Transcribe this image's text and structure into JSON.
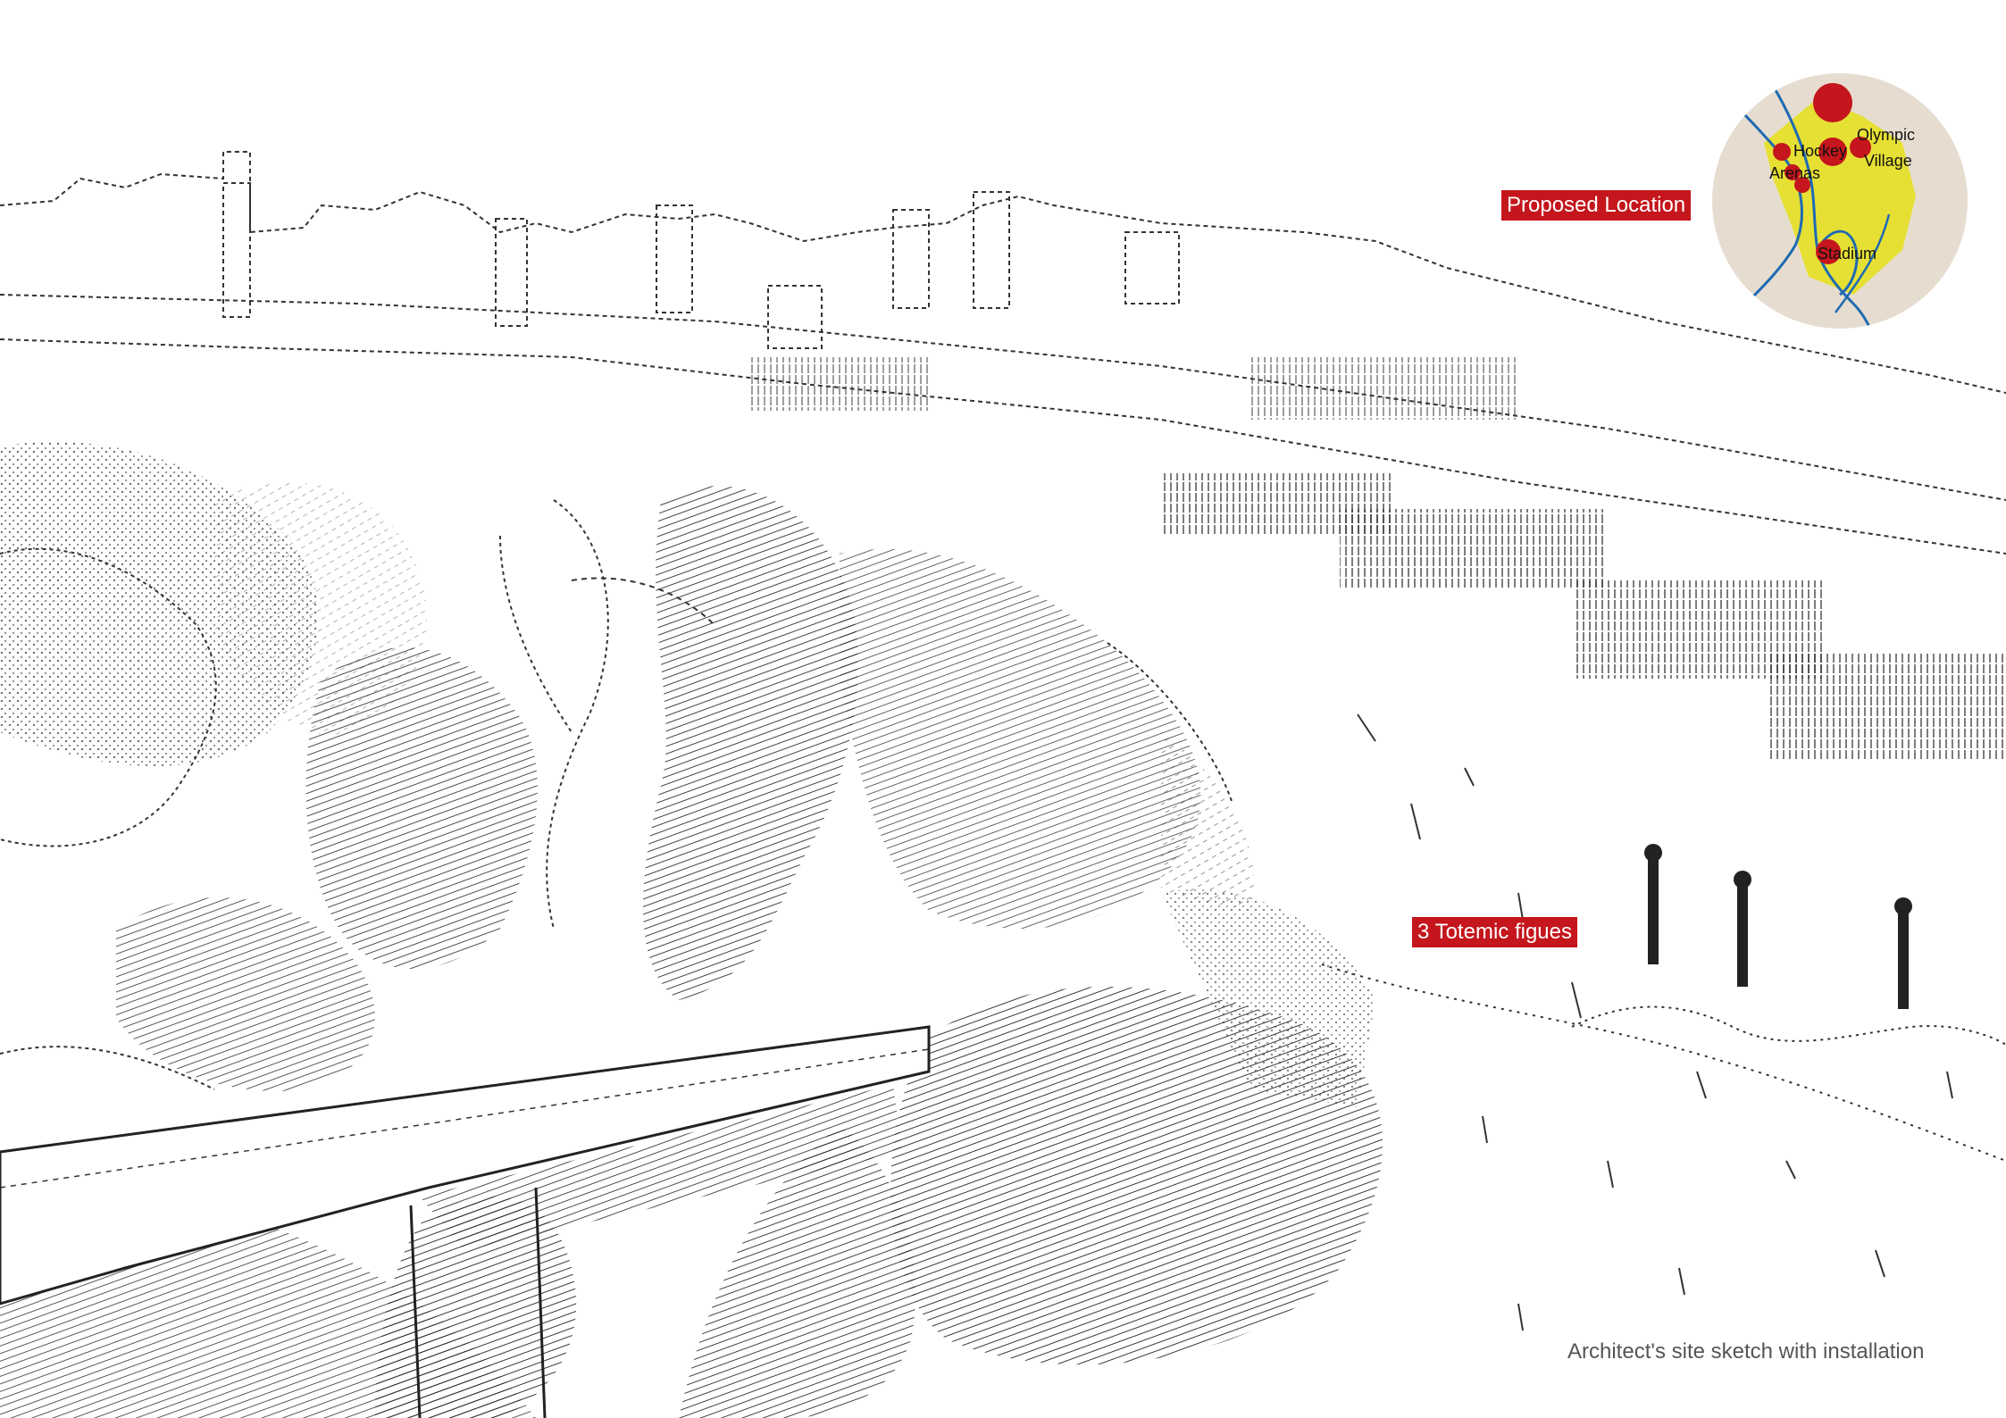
{
  "labels": {
    "proposed_location": "Proposed Location",
    "totemic_figures": "3 Totemic figues",
    "caption": "Architect's site sketch with installation"
  },
  "inset_map": {
    "hockey": "Hockey",
    "arenas": "Arenas",
    "olympic": "Olympic",
    "village": "Village",
    "stadium": "Stadium",
    "colors": {
      "background": "#e6ddd0",
      "zone": "#e6e034",
      "markers": "#c4161c",
      "river": "#1e6ab2"
    }
  },
  "colors": {
    "tag_background": "#c4161c",
    "tag_text": "#ffffff",
    "sketch_ink": "#222222"
  }
}
